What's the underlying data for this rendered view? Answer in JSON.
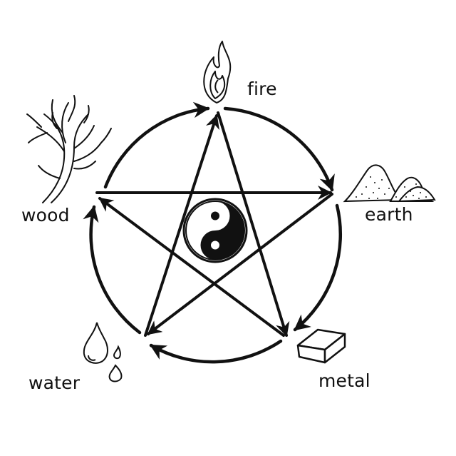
{
  "diagram": {
    "elements": {
      "fire": {
        "label": "fire"
      },
      "earth": {
        "label": "earth"
      },
      "metal": {
        "label": "metal"
      },
      "water": {
        "label": "water"
      },
      "wood": {
        "label": "wood"
      }
    },
    "generating_cycle": [
      "wood",
      "fire",
      "earth",
      "metal",
      "water"
    ],
    "overcoming_cycle": [
      "fire",
      "metal",
      "wood",
      "earth",
      "water"
    ],
    "center_symbol": "yin-yang-icon",
    "colors": {
      "ink": "#111111",
      "background": "#ffffff"
    }
  }
}
